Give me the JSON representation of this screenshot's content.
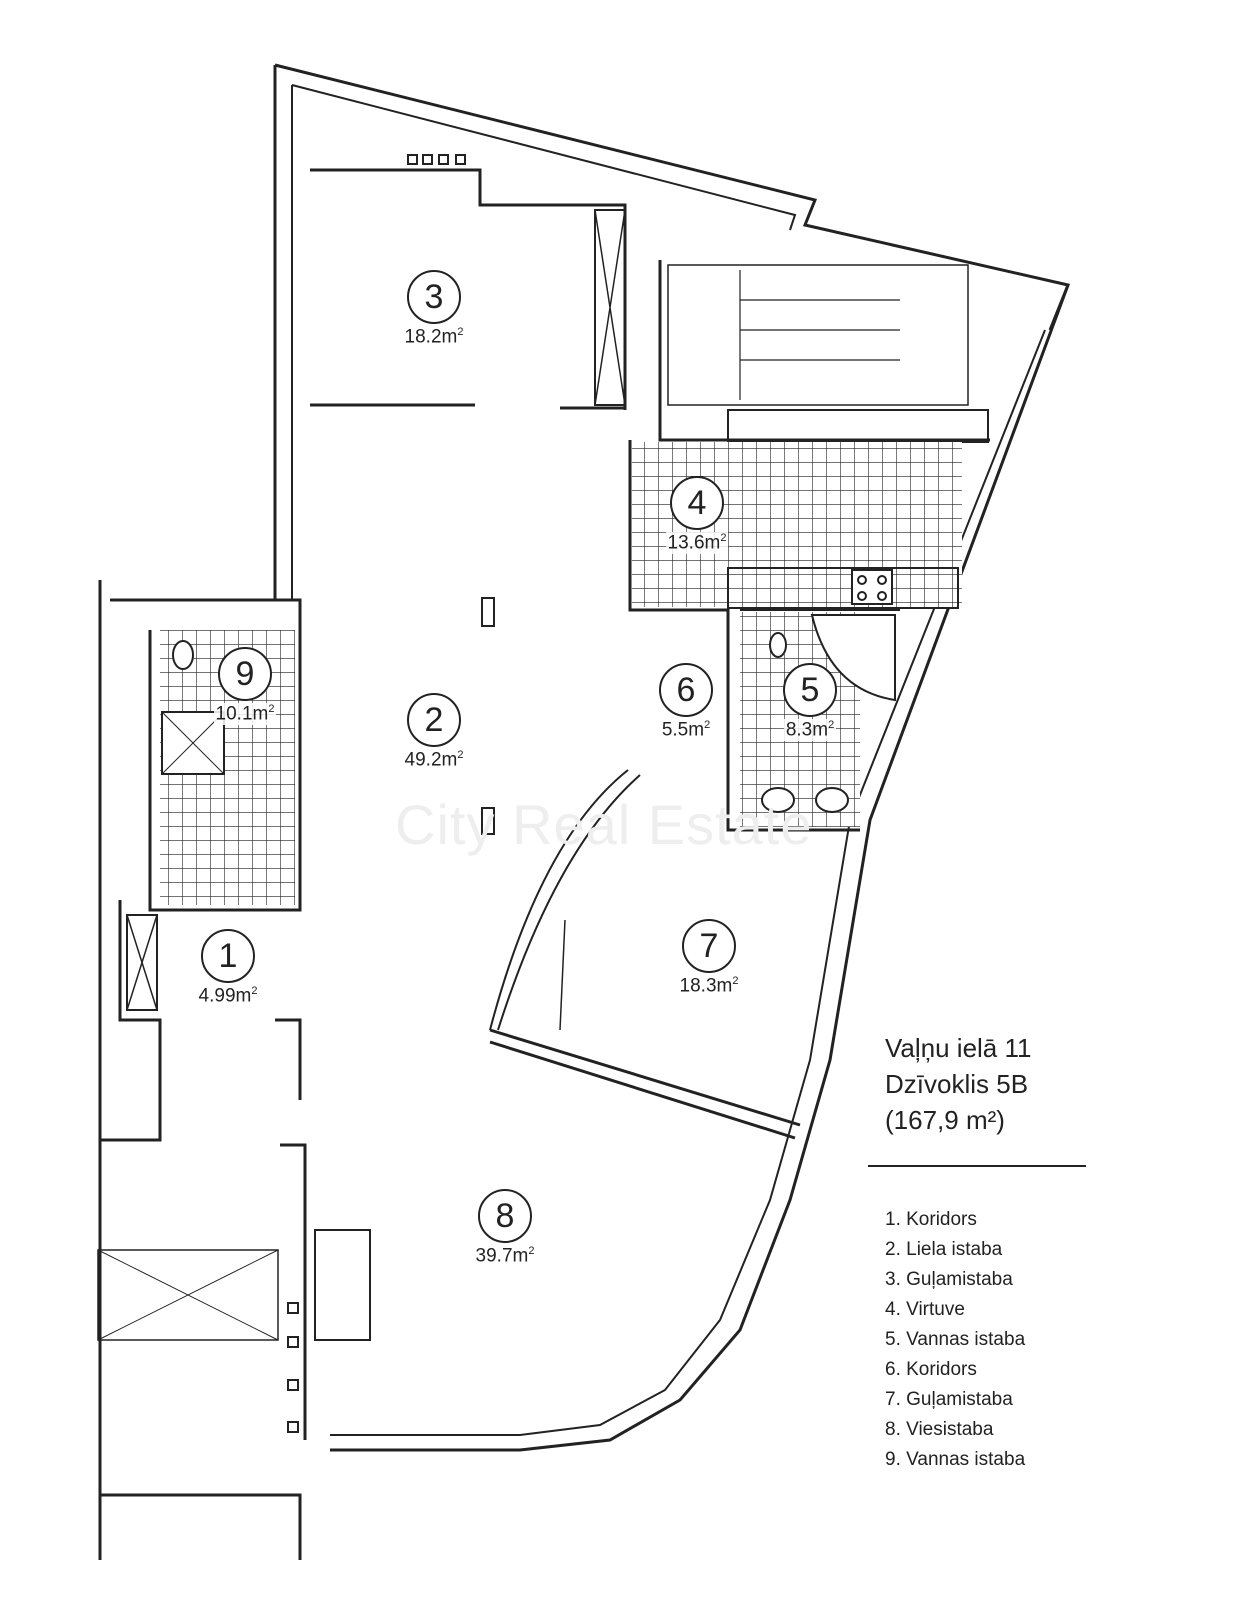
{
  "title": {
    "address": "Vaļņu ielā 11",
    "apartment": "Dzīvoklis 5B",
    "total_area": "(167,9 m²)"
  },
  "watermark": "City Real Estate",
  "rooms": [
    {
      "number": "1",
      "area": "4.99m",
      "name": "1. Koridors"
    },
    {
      "number": "2",
      "area": "49.2m",
      "name": "2. Liela istaba"
    },
    {
      "number": "3",
      "area": "18.2m",
      "name": "3. Guļamistaba"
    },
    {
      "number": "4",
      "area": "13.6m",
      "name": "4. Virtuve"
    },
    {
      "number": "5",
      "area": "8.3m",
      "name": "5. Vannas istaba"
    },
    {
      "number": "6",
      "area": "5.5m",
      "name": "6. Koridors"
    },
    {
      "number": "7",
      "area": "18.3m",
      "name": "7. Guļamistaba"
    },
    {
      "number": "8",
      "area": "39.7m",
      "name": "8. Viesistaba"
    },
    {
      "number": "9",
      "area": "10.1m",
      "name": "9. Vannas istaba"
    }
  ],
  "area_unit_sup": "2"
}
